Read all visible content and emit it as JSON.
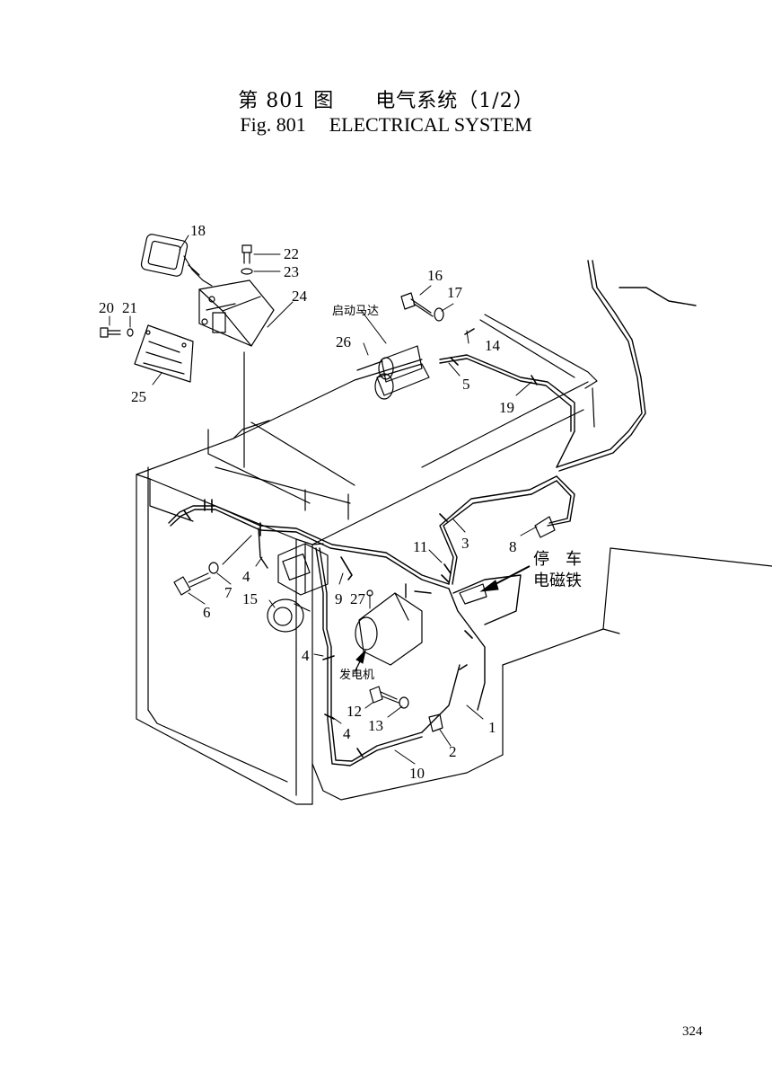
{
  "title": {
    "cn_fig": "第 801 图",
    "cn_name": "电气系统（1/2）",
    "en_fig": "Fig. 801",
    "en_name": "ELECTRICAL SYSTEM"
  },
  "labels": {
    "starter_motor": "启动马达",
    "generator": "发电机",
    "stop_solenoid_line1": "停　车",
    "stop_solenoid_line2": "电磁铁"
  },
  "callouts": {
    "c1": "1",
    "c2": "2",
    "c3": "3",
    "c4a": "4",
    "c4b": "4",
    "c4c": "4",
    "c5": "5",
    "c6": "6",
    "c7": "7",
    "c8": "8",
    "c9": "9",
    "c10": "10",
    "c11": "11",
    "c12": "12",
    "c13": "13",
    "c14": "14",
    "c15": "15",
    "c16": "16",
    "c17": "17",
    "c18": "18",
    "c19": "19",
    "c20": "20",
    "c21": "21",
    "c22": "22",
    "c23": "23",
    "c24": "24",
    "c25": "25",
    "c26": "26",
    "c27": "27"
  },
  "page_number": "324"
}
